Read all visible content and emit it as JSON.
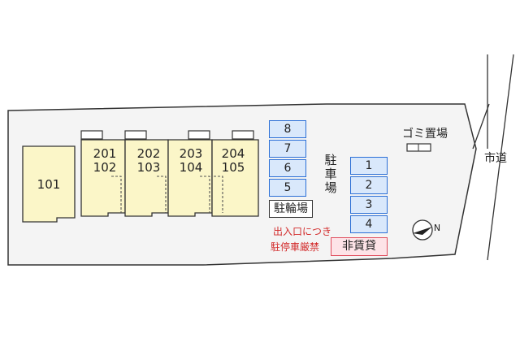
{
  "units": {
    "u101": "101",
    "u201": "201",
    "u102": "102",
    "u202": "202",
    "u103": "103",
    "u203": "203",
    "u104": "104",
    "u204": "204",
    "u105": "105"
  },
  "parking_car": {
    "label_chars": [
      "駐",
      "車",
      "場"
    ],
    "left_slots": [
      "8",
      "7",
      "6",
      "5"
    ],
    "right_slots": [
      "1",
      "2",
      "3",
      "4"
    ]
  },
  "bicycle_parking": "駐輪場",
  "garbage": "ゴミ置場",
  "road": "市道",
  "notice_lines": [
    "出入口につき",
    "駐停車厳禁"
  ],
  "not_for_rent": "非賃貸",
  "compass": "N",
  "colors": {
    "building_fill": "#fbf6c8",
    "parking_fill": "#d9e8fb",
    "parking_border": "#2b6fd6",
    "notice_red": "#d22a2a",
    "not_for_rent_fill": "#fde3e7"
  }
}
